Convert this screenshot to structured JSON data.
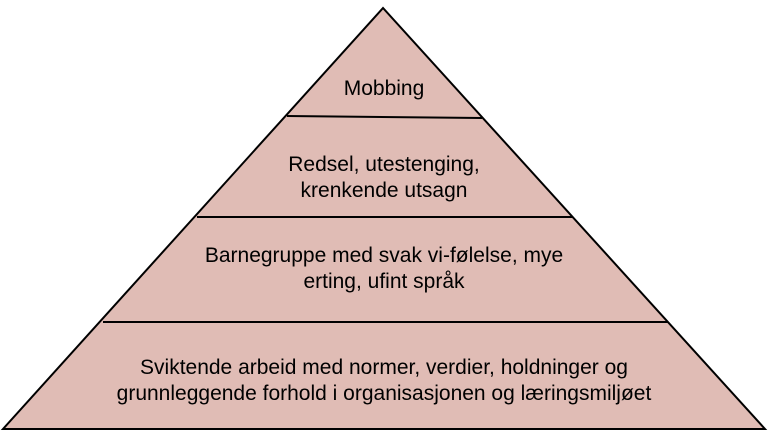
{
  "pyramid": {
    "fill_color": "#e0bcb5",
    "stroke_color": "#000000",
    "tiers": [
      {
        "lines": [
          "Mobbing"
        ]
      },
      {
        "lines": [
          "Redsel, utestenging,",
          "krenkende utsagn"
        ]
      },
      {
        "lines": [
          "Barnegruppe med svak vi-følelse, mye",
          "erting, ufint språk"
        ]
      },
      {
        "lines": [
          "Sviktende arbeid med normer, verdier, holdninger og",
          "grunnleggende forhold i organisasjonen og læringsmiljøet"
        ]
      }
    ]
  }
}
